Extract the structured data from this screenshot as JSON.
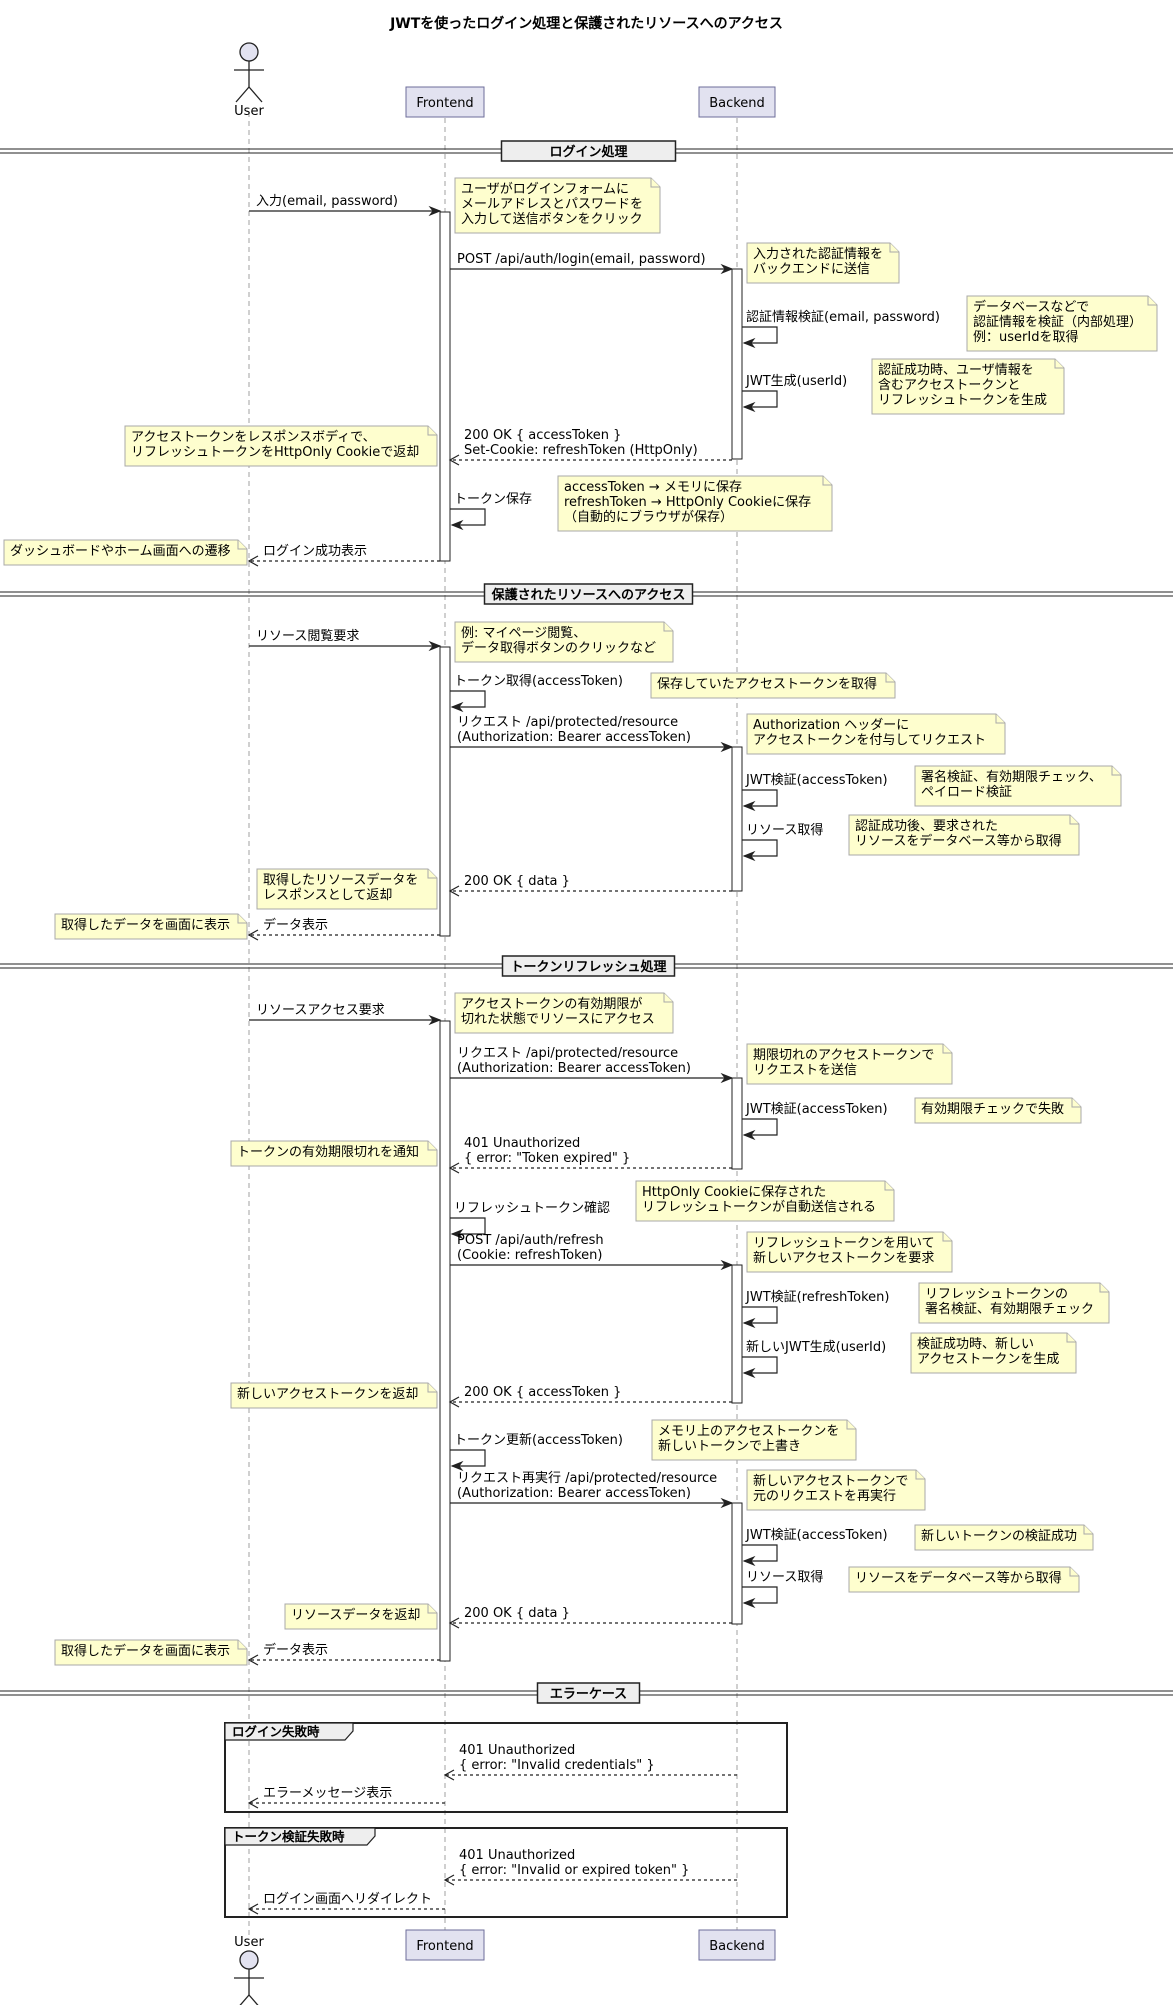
{
  "title": "JWTを使ったログイン処理と保護されたリソースへのアクセス",
  "participants": [
    {
      "id": "user",
      "label": "User",
      "kind": "actor"
    },
    {
      "id": "frontend",
      "label": "Frontend",
      "kind": "participant"
    },
    {
      "id": "backend",
      "label": "Backend",
      "kind": "participant"
    }
  ],
  "sections": [
    {
      "id": "login",
      "label": "ログイン処理"
    },
    {
      "id": "protected",
      "label": "保護されたリソースへのアクセス"
    },
    {
      "id": "refresh",
      "label": "トークンリフレッシュ処理"
    },
    {
      "id": "errors",
      "label": "エラーケース"
    }
  ],
  "groups": [
    {
      "id": "login-fail",
      "label": "ログイン失敗時"
    },
    {
      "id": "token-fail",
      "label": "トークン検証失敗時"
    }
  ],
  "messages": [
    {
      "id": "m1",
      "from": "user",
      "to": "frontend",
      "style": "solid",
      "lines": [
        "入力(email, password)"
      ]
    },
    {
      "id": "m2",
      "from": "frontend",
      "to": "backend",
      "style": "solid",
      "lines": [
        "POST /api/auth/login(email, password)"
      ]
    },
    {
      "id": "m3",
      "from": "backend",
      "to": "backend",
      "style": "self",
      "lines": [
        "認証情報検証(email, password)"
      ]
    },
    {
      "id": "m4",
      "from": "backend",
      "to": "backend",
      "style": "self",
      "lines": [
        "JWT生成(userId)"
      ]
    },
    {
      "id": "m5",
      "from": "backend",
      "to": "frontend",
      "style": "dashed",
      "lines": [
        "200 OK { accessToken }",
        "Set-Cookie: refreshToken (HttpOnly)"
      ]
    },
    {
      "id": "m6",
      "from": "frontend",
      "to": "frontend",
      "style": "self",
      "lines": [
        "トークン保存"
      ]
    },
    {
      "id": "m7",
      "from": "frontend",
      "to": "user",
      "style": "dashed",
      "lines": [
        "ログイン成功表示"
      ]
    },
    {
      "id": "m8",
      "from": "user",
      "to": "frontend",
      "style": "solid",
      "lines": [
        "リソース閲覧要求"
      ]
    },
    {
      "id": "m9",
      "from": "frontend",
      "to": "frontend",
      "style": "self",
      "lines": [
        "トークン取得(accessToken)"
      ]
    },
    {
      "id": "m10",
      "from": "frontend",
      "to": "backend",
      "style": "solid",
      "lines": [
        "リクエスト /api/protected/resource",
        "(Authorization: Bearer accessToken)"
      ]
    },
    {
      "id": "m11",
      "from": "backend",
      "to": "backend",
      "style": "self",
      "lines": [
        "JWT検証(accessToken)"
      ]
    },
    {
      "id": "m12",
      "from": "backend",
      "to": "backend",
      "style": "self",
      "lines": [
        "リソース取得"
      ]
    },
    {
      "id": "m13",
      "from": "backend",
      "to": "frontend",
      "style": "dashed",
      "lines": [
        "200 OK { data }"
      ]
    },
    {
      "id": "m14",
      "from": "frontend",
      "to": "user",
      "style": "dashed",
      "lines": [
        "データ表示"
      ]
    },
    {
      "id": "m15",
      "from": "user",
      "to": "frontend",
      "style": "solid",
      "lines": [
        "リソースアクセス要求"
      ]
    },
    {
      "id": "m16",
      "from": "frontend",
      "to": "backend",
      "style": "solid",
      "lines": [
        "リクエスト /api/protected/resource",
        "(Authorization: Bearer accessToken)"
      ]
    },
    {
      "id": "m17",
      "from": "backend",
      "to": "backend",
      "style": "self",
      "lines": [
        "JWT検証(accessToken)"
      ]
    },
    {
      "id": "m18",
      "from": "backend",
      "to": "frontend",
      "style": "dashed",
      "lines": [
        "401 Unauthorized",
        "{ error: \"Token expired\" }"
      ]
    },
    {
      "id": "m19",
      "from": "frontend",
      "to": "frontend",
      "style": "self",
      "lines": [
        "リフレッシュトークン確認"
      ]
    },
    {
      "id": "m20",
      "from": "frontend",
      "to": "backend",
      "style": "solid",
      "lines": [
        "POST /api/auth/refresh",
        "(Cookie: refreshToken)"
      ]
    },
    {
      "id": "m21",
      "from": "backend",
      "to": "backend",
      "style": "self",
      "lines": [
        "JWT検証(refreshToken)"
      ]
    },
    {
      "id": "m22",
      "from": "backend",
      "to": "backend",
      "style": "self",
      "lines": [
        "新しいJWT生成(userId)"
      ]
    },
    {
      "id": "m23",
      "from": "backend",
      "to": "frontend",
      "style": "dashed",
      "lines": [
        "200 OK { accessToken }"
      ]
    },
    {
      "id": "m24",
      "from": "frontend",
      "to": "frontend",
      "style": "self",
      "lines": [
        "トークン更新(accessToken)"
      ]
    },
    {
      "id": "m25",
      "from": "frontend",
      "to": "backend",
      "style": "solid",
      "lines": [
        "リクエスト再実行 /api/protected/resource",
        "(Authorization: Bearer accessToken)"
      ]
    },
    {
      "id": "m26",
      "from": "backend",
      "to": "backend",
      "style": "self",
      "lines": [
        "JWT検証(accessToken)"
      ]
    },
    {
      "id": "m27",
      "from": "backend",
      "to": "backend",
      "style": "self",
      "lines": [
        "リソース取得"
      ]
    },
    {
      "id": "m28",
      "from": "backend",
      "to": "frontend",
      "style": "dashed",
      "lines": [
        "200 OK { data }"
      ]
    },
    {
      "id": "m29",
      "from": "frontend",
      "to": "user",
      "style": "dashed",
      "lines": [
        "データ表示"
      ]
    },
    {
      "id": "m30",
      "from": "backend",
      "to": "frontend",
      "style": "dashed",
      "lines": [
        "401 Unauthorized",
        "{ error: \"Invalid credentials\" }"
      ]
    },
    {
      "id": "m31",
      "from": "frontend",
      "to": "user",
      "style": "dashed",
      "lines": [
        "エラーメッセージ表示"
      ]
    },
    {
      "id": "m32",
      "from": "backend",
      "to": "frontend",
      "style": "dashed",
      "lines": [
        "401 Unauthorized",
        "{ error: \"Invalid or expired token\" }"
      ]
    },
    {
      "id": "m33",
      "from": "frontend",
      "to": "user",
      "style": "dashed",
      "lines": [
        "ログイン画面へリダイレクト"
      ]
    }
  ],
  "notes": [
    {
      "id": "n1",
      "lines": [
        "ユーザがログインフォームに",
        "メールアドレスとパスワードを",
        "入力して送信ボタンをクリック"
      ]
    },
    {
      "id": "n2",
      "lines": [
        "入力された認証情報を",
        "バックエンドに送信"
      ]
    },
    {
      "id": "n3",
      "lines": [
        "データベースなどで",
        "認証情報を検証（内部処理）",
        "例：userIdを取得"
      ]
    },
    {
      "id": "n4",
      "lines": [
        "認証成功時、ユーザ情報を",
        "含むアクセストークンと",
        "リフレッシュトークンを生成"
      ]
    },
    {
      "id": "n5",
      "lines": [
        "アクセストークンをレスポンスボディで、",
        "リフレッシュトークンをHttpOnly Cookieで返却"
      ]
    },
    {
      "id": "n6",
      "lines": [
        "accessToken → メモリに保存",
        "refreshToken → HttpOnly Cookieに保存",
        "（自動的にブラウザが保存）"
      ]
    },
    {
      "id": "n7",
      "lines": [
        "ダッシュボードやホーム画面への遷移"
      ]
    },
    {
      "id": "n8",
      "lines": [
        "例: マイページ閲覧、",
        "データ取得ボタンのクリックなど"
      ]
    },
    {
      "id": "n9",
      "lines": [
        "保存していたアクセストークンを取得"
      ]
    },
    {
      "id": "n10",
      "lines": [
        "Authorization ヘッダーに",
        "アクセストークンを付与してリクエスト"
      ]
    },
    {
      "id": "n11",
      "lines": [
        "署名検証、有効期限チェック、",
        "ペイロード検証"
      ]
    },
    {
      "id": "n12",
      "lines": [
        "認証成功後、要求された",
        "リソースをデータベース等から取得"
      ]
    },
    {
      "id": "n13",
      "lines": [
        "取得したリソースデータを",
        "レスポンスとして返却"
      ]
    },
    {
      "id": "n14",
      "lines": [
        "取得したデータを画面に表示"
      ]
    },
    {
      "id": "n15",
      "lines": [
        "アクセストークンの有効期限が",
        "切れた状態でリソースにアクセス"
      ]
    },
    {
      "id": "n16",
      "lines": [
        "期限切れのアクセストークンで",
        "リクエストを送信"
      ]
    },
    {
      "id": "n17",
      "lines": [
        "有効期限チェックで失敗"
      ]
    },
    {
      "id": "n18",
      "lines": [
        "トークンの有効期限切れを通知"
      ]
    },
    {
      "id": "n19",
      "lines": [
        "HttpOnly Cookieに保存された",
        "リフレッシュトークンが自動送信される"
      ]
    },
    {
      "id": "n20",
      "lines": [
        "リフレッシュトークンを用いて",
        "新しいアクセストークンを要求"
      ]
    },
    {
      "id": "n21",
      "lines": [
        "リフレッシュトークンの",
        "署名検証、有効期限チェック"
      ]
    },
    {
      "id": "n22",
      "lines": [
        "検証成功時、新しい",
        "アクセストークンを生成"
      ]
    },
    {
      "id": "n23",
      "lines": [
        "新しいアクセストークンを返却"
      ]
    },
    {
      "id": "n24",
      "lines": [
        "メモリ上のアクセストークンを",
        "新しいトークンで上書き"
      ]
    },
    {
      "id": "n25",
      "lines": [
        "新しいアクセストークンで",
        "元のリクエストを再実行"
      ]
    },
    {
      "id": "n26",
      "lines": [
        "新しいトークンの検証成功"
      ]
    },
    {
      "id": "n27",
      "lines": [
        "リソースをデータベース等から取得"
      ]
    },
    {
      "id": "n28",
      "lines": [
        "リソースデータを返却"
      ]
    },
    {
      "id": "n29",
      "lines": [
        "取得したデータを画面に表示"
      ]
    }
  ]
}
